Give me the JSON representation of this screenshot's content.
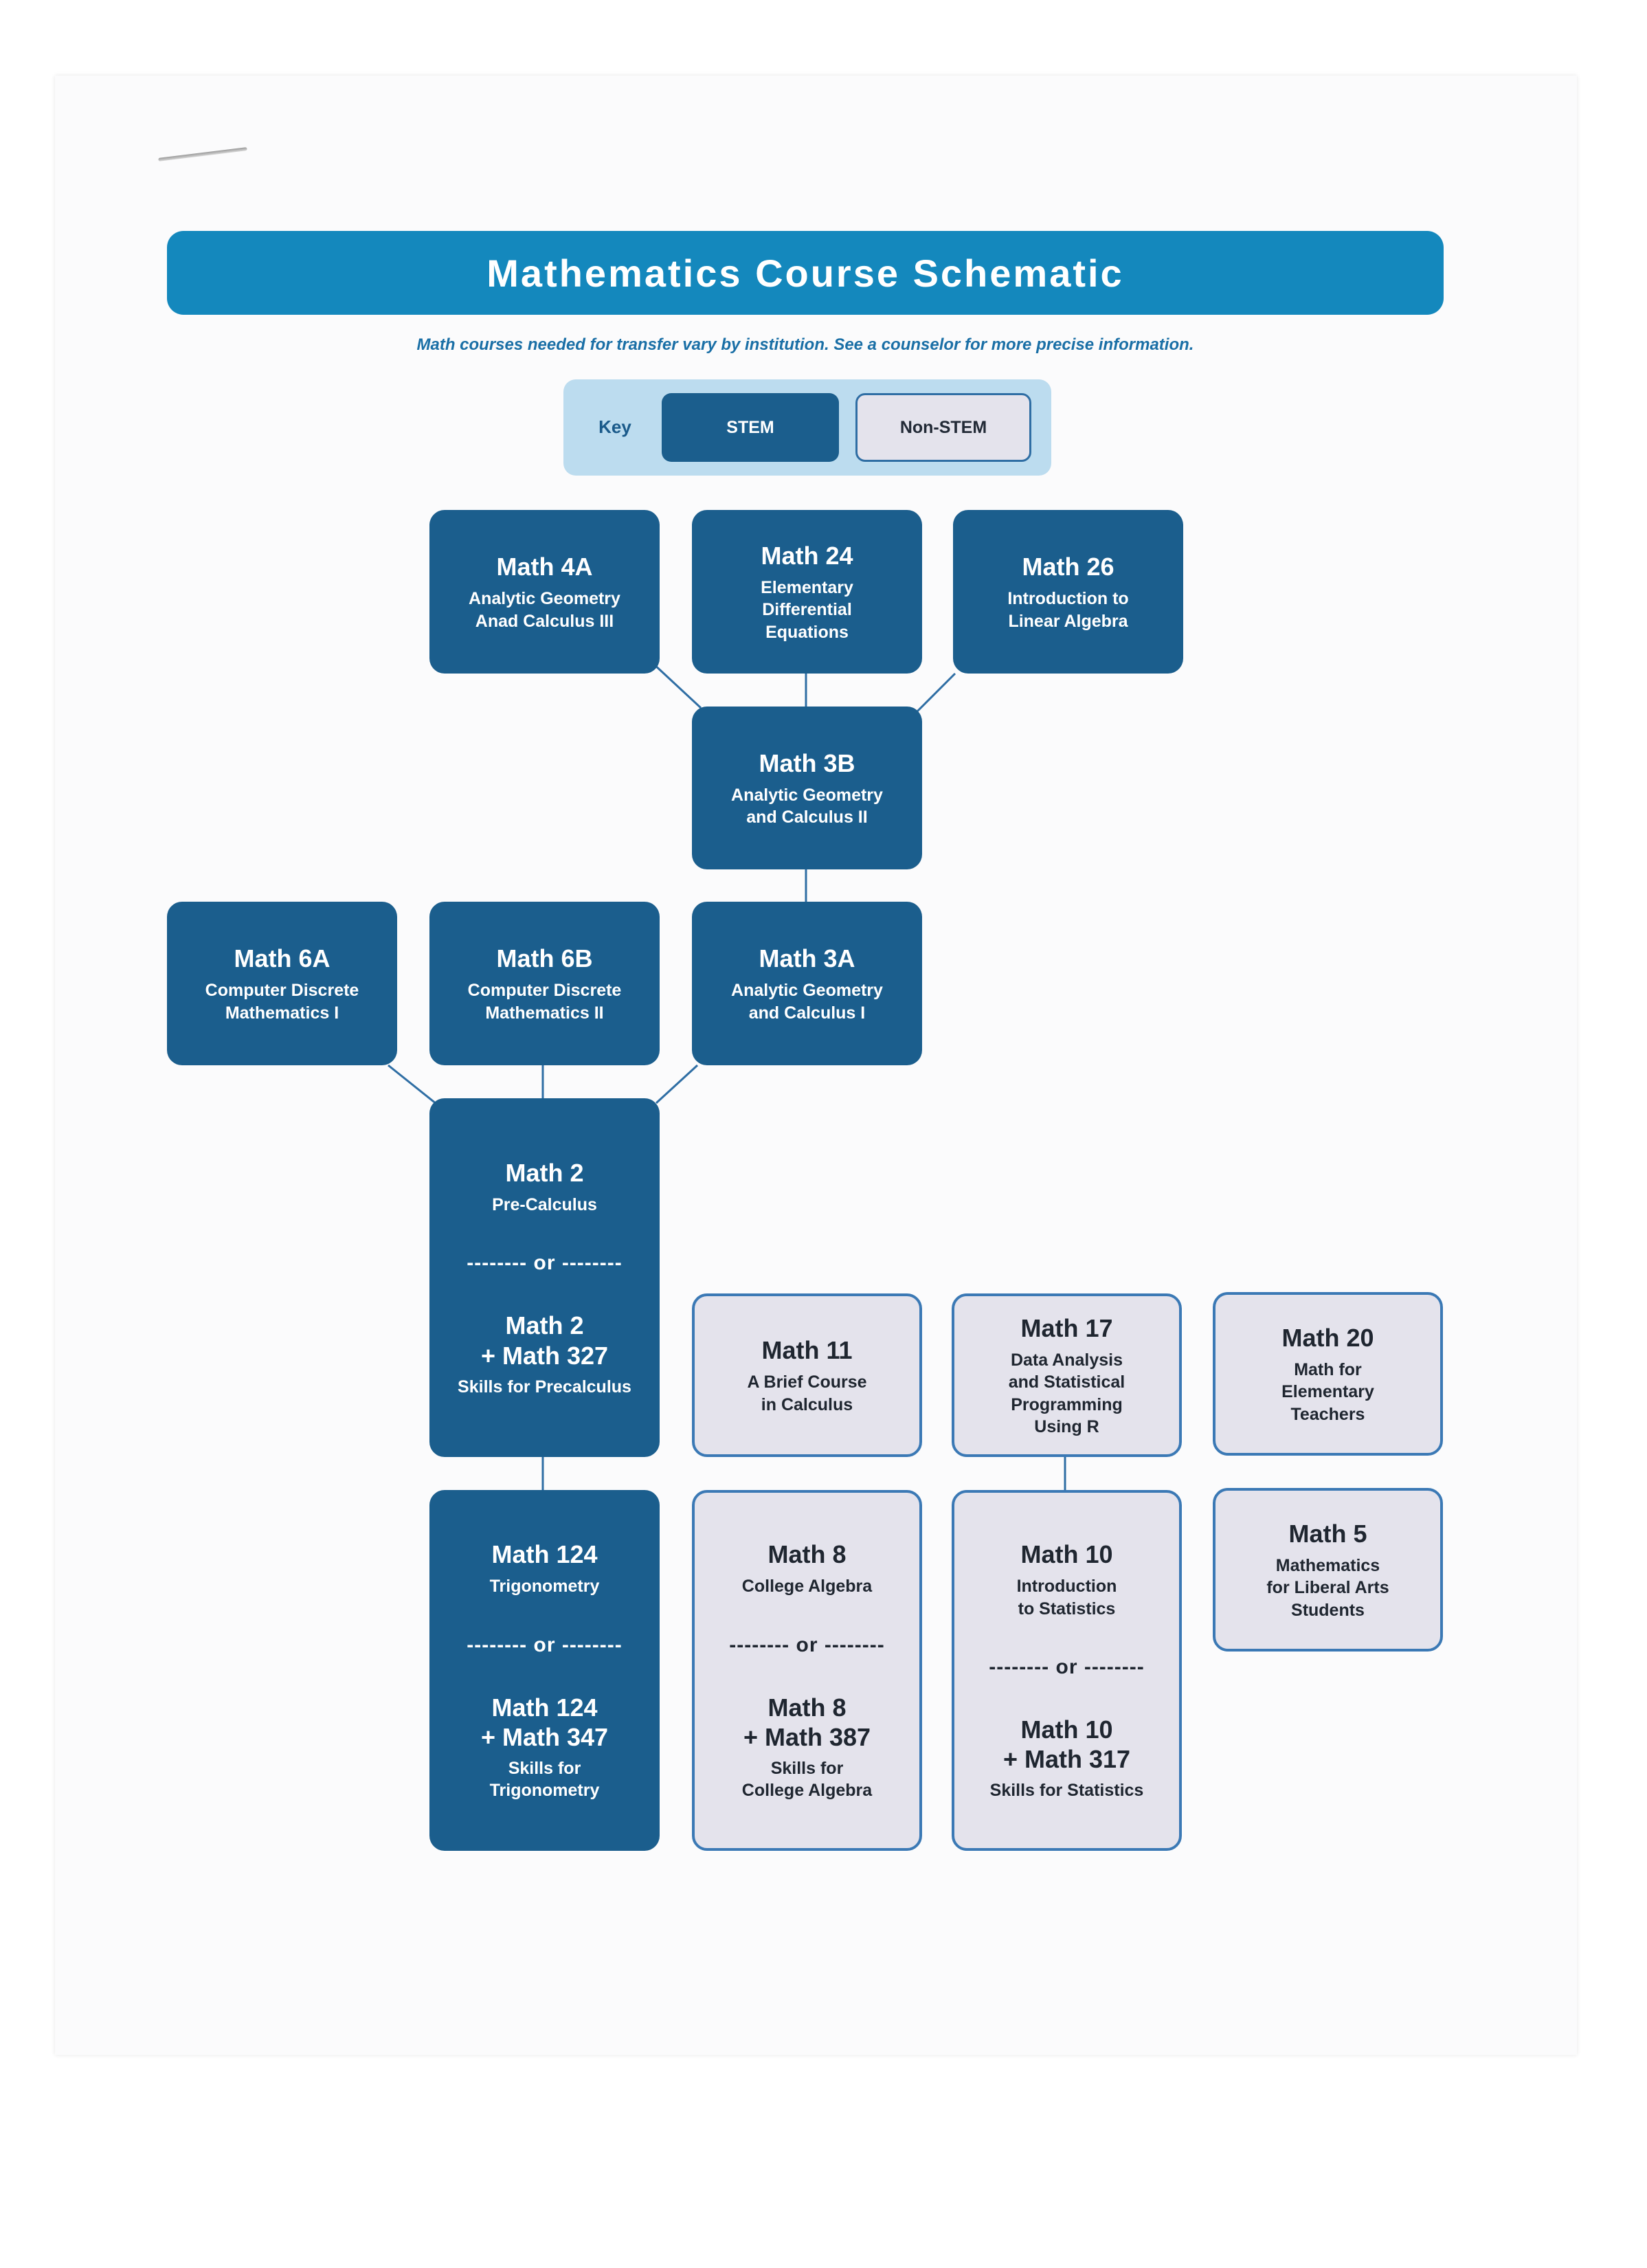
{
  "title": "Mathematics Course Schematic",
  "subtitle": "Math courses needed for transfer vary by institution. See a counselor for more precise information.",
  "key": {
    "label": "Key",
    "stem": "STEM",
    "non_stem": "Non-STEM"
  },
  "colors": {
    "stem": "#1b5e8d",
    "non_stem": "#e4e3ec",
    "banner": "#1488bd",
    "connector": "#2f6ea4"
  },
  "separator": "-------- or --------",
  "courses": {
    "math4a": {
      "code": "Math 4A",
      "desc": "Analytic Geometry\nAnad Calculus III",
      "category": "STEM"
    },
    "math24": {
      "code": "Math 24",
      "desc": "Elementary\nDifferential\nEquations",
      "category": "STEM"
    },
    "math26": {
      "code": "Math 26",
      "desc": "Introduction to\nLinear Algebra",
      "category": "STEM"
    },
    "math3b": {
      "code": "Math 3B",
      "desc": "Analytic Geometry\nand Calculus II",
      "category": "STEM"
    },
    "math6a": {
      "code": "Math 6A",
      "desc": "Computer Discrete\nMathematics I",
      "category": "STEM"
    },
    "math6b": {
      "code": "Math 6B",
      "desc": "Computer Discrete\nMathematics II",
      "category": "STEM"
    },
    "math3a": {
      "code": "Math 3A",
      "desc": "Analytic Geometry\nand Calculus I",
      "category": "STEM"
    },
    "math2": {
      "code": "Math 2",
      "desc": "Pre-Calculus",
      "alt_code": "Math 2",
      "alt_plus": "+ Math 327",
      "alt_desc": "Skills for Precalculus",
      "category": "STEM"
    },
    "math124": {
      "code": "Math 124",
      "desc": "Trigonometry",
      "alt_code": "Math 124",
      "alt_plus": "+ Math 347",
      "alt_desc": "Skills for\nTrigonometry",
      "category": "STEM"
    },
    "math11": {
      "code": "Math 11",
      "desc": "A Brief Course\nin Calculus",
      "category": "Non-STEM"
    },
    "math17": {
      "code": "Math 17",
      "desc": "Data Analysis\nand Statistical\nProgramming\nUsing R",
      "category": "Non-STEM"
    },
    "math20": {
      "code": "Math 20",
      "desc": "Math for\nElementary\nTeachers",
      "category": "Non-STEM"
    },
    "math8": {
      "code": "Math 8",
      "desc": "College Algebra",
      "alt_code": "Math 8",
      "alt_plus": "+ Math 387",
      "alt_desc": "Skills for\nCollege Algebra",
      "category": "Non-STEM"
    },
    "math10": {
      "code": "Math 10",
      "desc": "Introduction\nto Statistics",
      "alt_code": "Math 10",
      "alt_plus": "+ Math 317",
      "alt_desc": "Skills for Statistics",
      "category": "Non-STEM"
    },
    "math5": {
      "code": "Math 5",
      "desc": "Mathematics\nfor Liberal Arts\nStudents",
      "category": "Non-STEM"
    }
  },
  "connections": [
    [
      "math4a",
      "math3b"
    ],
    [
      "math24",
      "math3b"
    ],
    [
      "math26",
      "math3b"
    ],
    [
      "math3b",
      "math3a"
    ],
    [
      "math6a",
      "math2"
    ],
    [
      "math6b",
      "math2"
    ],
    [
      "math3a",
      "math2"
    ],
    [
      "math2",
      "math124"
    ],
    [
      "math17",
      "math10"
    ]
  ]
}
